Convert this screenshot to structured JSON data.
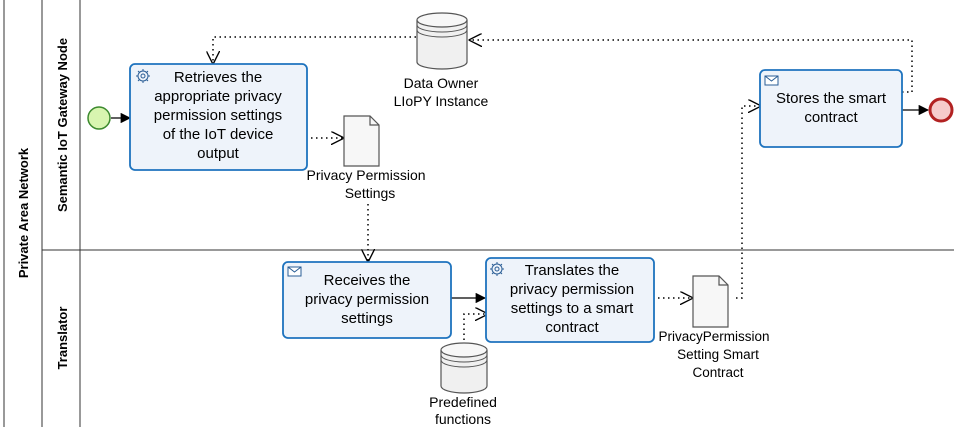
{
  "pool": {
    "label": "Private Area Network"
  },
  "lanes": [
    {
      "id": "gateway",
      "label": "Semantic IoT Gateway Node"
    },
    {
      "id": "translator",
      "label": "Translator"
    }
  ],
  "tasks": {
    "retrieve": {
      "lines": [
        "Retrieves the",
        "appropriate privacy",
        "permission settings",
        "of the IoT device",
        "output"
      ],
      "icon": "gear-icon"
    },
    "store": {
      "lines": [
        "Stores the smart",
        "contract"
      ],
      "icon": "envelope-icon"
    },
    "receive": {
      "lines": [
        "Receives the",
        "privacy permission",
        "settings"
      ],
      "icon": "envelope-icon"
    },
    "translate": {
      "lines": [
        "Translates the",
        "privacy permission",
        "settings to a smart",
        "contract"
      ],
      "icon": "gear-icon"
    }
  },
  "data_objects": {
    "pps": {
      "lines": [
        "Privacy Permission",
        "Settings"
      ]
    },
    "ppssc": {
      "lines": [
        "PrivacyPermission",
        "Setting Smart",
        "Contract"
      ]
    }
  },
  "data_stores": {
    "owner": {
      "lines": [
        "Data Owner",
        "LIoPY Instance"
      ]
    },
    "functions": {
      "lines": [
        "Predefined",
        "functions"
      ]
    }
  },
  "colors": {
    "task_border": "#1e73be",
    "task_fill": "#eef3fa",
    "start_fill": "#d8f5b0",
    "start_stroke": "#3c8a2e",
    "end_fill": "#f6cccc",
    "end_stroke": "#b22222"
  }
}
